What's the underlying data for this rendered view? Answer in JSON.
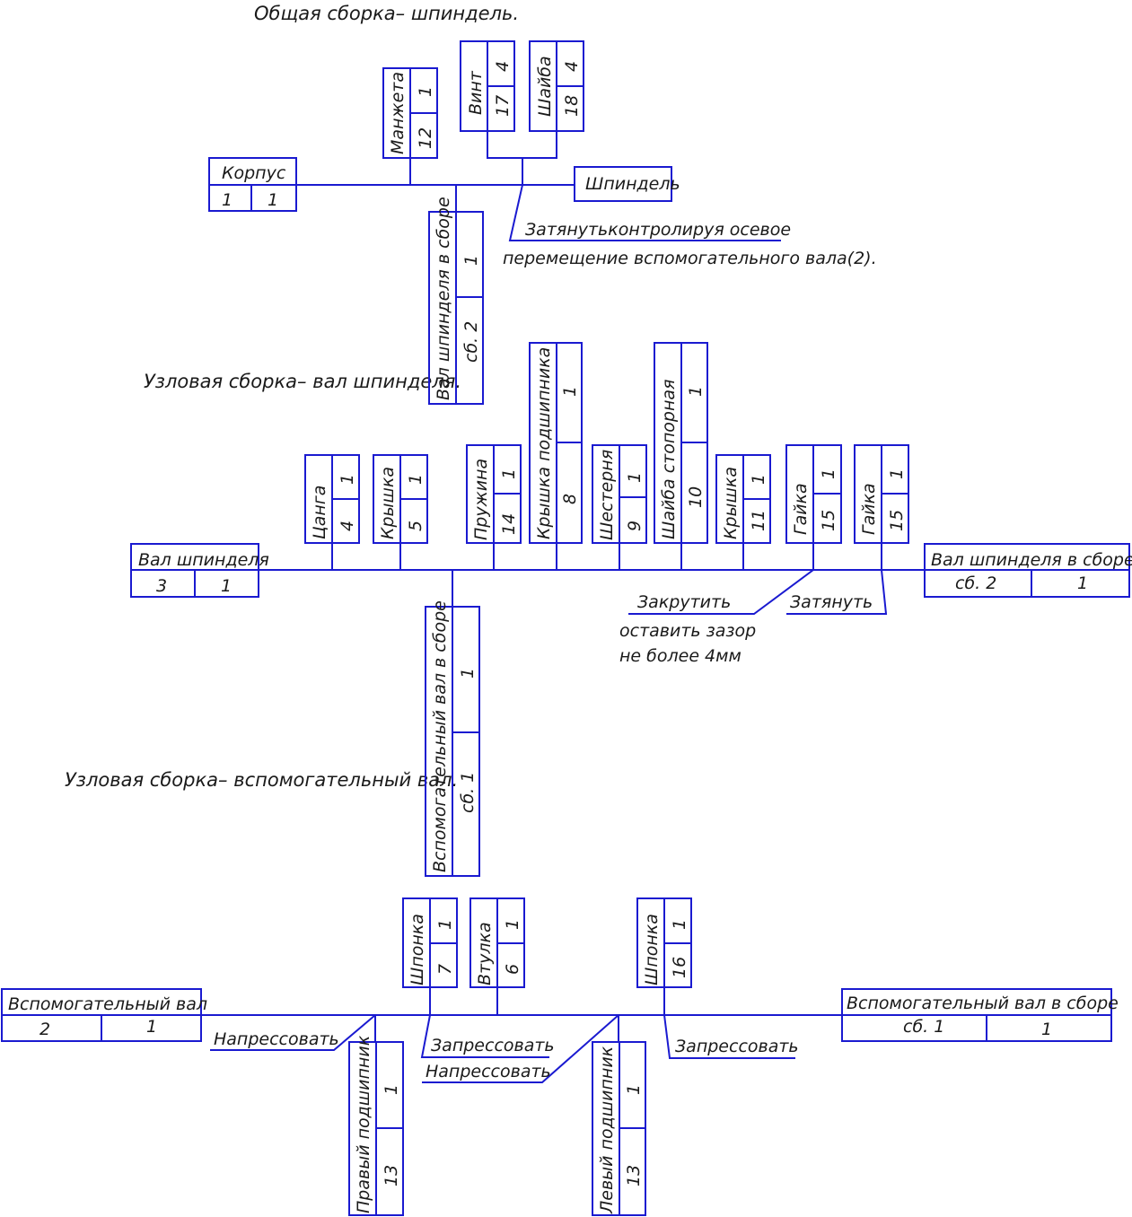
{
  "headings": {
    "general": "Общая сборка– шпиндель.",
    "spindle_shaft": "Узловая сборка– вал шпинделя.",
    "aux_shaft": "Узловая сборка– вспомогательный вал."
  },
  "general": {
    "housing": {
      "name": "Корпус",
      "num": "1",
      "qty": "1"
    },
    "cuff": {
      "name": "Манжета",
      "num": "12",
      "qty": "1"
    },
    "screw": {
      "name": "Винт",
      "num": "17",
      "qty": "4"
    },
    "washer": {
      "name": "Шайба",
      "num": "18",
      "qty": "4"
    },
    "result": "Шпиндель",
    "subassembly": {
      "name": "Вал шпинделя в сборе",
      "num": "сб. 2",
      "qty": "1"
    },
    "note_line1": "Затянутьконтролируя осевое",
    "note_line2": "перемещение вспомогательного вала(2)."
  },
  "spindle": {
    "base": {
      "name": "Вал шпинделя",
      "num": "3",
      "qty": "1"
    },
    "collet": {
      "name": "Цанга",
      "num": "4",
      "qty": "1"
    },
    "cover5": {
      "name": "Крышка",
      "num": "5",
      "qty": "1"
    },
    "spring": {
      "name": "Пружина",
      "num": "14",
      "qty": "1"
    },
    "bearing_cover": {
      "name": "Крышка подшипника",
      "num": "8",
      "qty": "1"
    },
    "gear": {
      "name": "Шестерня",
      "num": "9",
      "qty": "1"
    },
    "lock_washer": {
      "name": "Шайба стопорная",
      "num": "10",
      "qty": "1"
    },
    "cover11": {
      "name": "Крышка",
      "num": "11",
      "qty": "1"
    },
    "nut1": {
      "name": "Гайка",
      "num": "15",
      "qty": "1"
    },
    "nut2": {
      "name": "Гайка",
      "num": "15",
      "qty": "1"
    },
    "result": {
      "name": "Вал шпинделя в сборе",
      "num": "сб. 2",
      "qty": "1"
    },
    "subassembly": {
      "name": "Вспомогательный вал в сборе",
      "num": "сб. 1",
      "qty": "1"
    },
    "note_screw": "Закрутить",
    "note_tighten": "Затянуть",
    "note_gap1": "оставить зазор",
    "note_gap2": "не более 4мм"
  },
  "aux": {
    "base": {
      "name": "Вспомогательный вал",
      "num": "2",
      "qty": "1"
    },
    "key7": {
      "name": "Шпонка",
      "num": "7",
      "qty": "1"
    },
    "bushing": {
      "name": "Втулка",
      "num": "6",
      "qty": "1"
    },
    "key16": {
      "name": "Шпонка",
      "num": "16",
      "qty": "1"
    },
    "right_bearing": {
      "name": "Правый подшипник",
      "num": "13",
      "qty": "1"
    },
    "left_bearing": {
      "name": "Левый подшипник",
      "num": "13",
      "qty": "1"
    },
    "result": {
      "name": "Вспомогательный вал в сборе",
      "num": "сб. 1",
      "qty": "1"
    },
    "note_press1": "Напрессовать",
    "note_fit1": "Запрессовать",
    "note_press2": "Напрессовать",
    "note_fit2": "Запрессовать"
  },
  "colors": {
    "lines": "#1a1ad0",
    "text": "#1a1a1a"
  }
}
